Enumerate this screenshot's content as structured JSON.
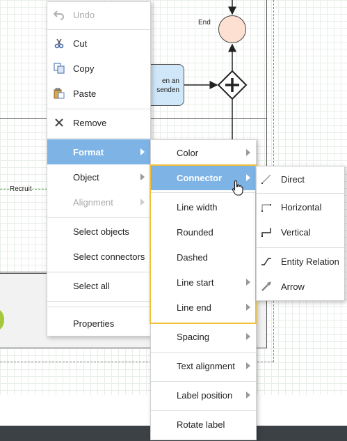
{
  "diagram": {
    "end_label": "End",
    "task_text_line1": "en an",
    "task_text_line2": "senden",
    "connector_label": "Recruit"
  },
  "colors": {
    "menu_active": "#7eb3e6",
    "highlight_outline": "#f2bf36",
    "end_event_fill": "#fde0d2",
    "task_fill": "#cfe7f8"
  },
  "context_menu": {
    "undo": "Undo",
    "cut": "Cut",
    "copy": "Copy",
    "paste": "Paste",
    "remove": "Remove",
    "format": "Format",
    "object": "Object",
    "alignment": "Alignment",
    "select_objects": "Select objects",
    "select_connectors": "Select connectors",
    "select_all": "Select all",
    "properties": "Properties"
  },
  "format_menu": {
    "color": "Color",
    "connector": "Connector",
    "line_width": "Line width",
    "rounded": "Rounded",
    "dashed": "Dashed",
    "line_start": "Line start",
    "line_end": "Line end",
    "spacing": "Spacing",
    "text_alignment": "Text alignment",
    "label_position": "Label position",
    "rotate_label": "Rotate label"
  },
  "connector_menu": {
    "direct": "Direct",
    "horizontal": "Horizontal",
    "vertical": "Vertical",
    "entity_relation": "Entity Relation",
    "arrow": "Arrow"
  },
  "icons": {
    "undo": "undo-icon",
    "cut": "scissors-icon",
    "copy": "copy-icon",
    "paste": "paste-icon",
    "remove": "close-icon",
    "cursor": "hand-pointer-icon"
  }
}
